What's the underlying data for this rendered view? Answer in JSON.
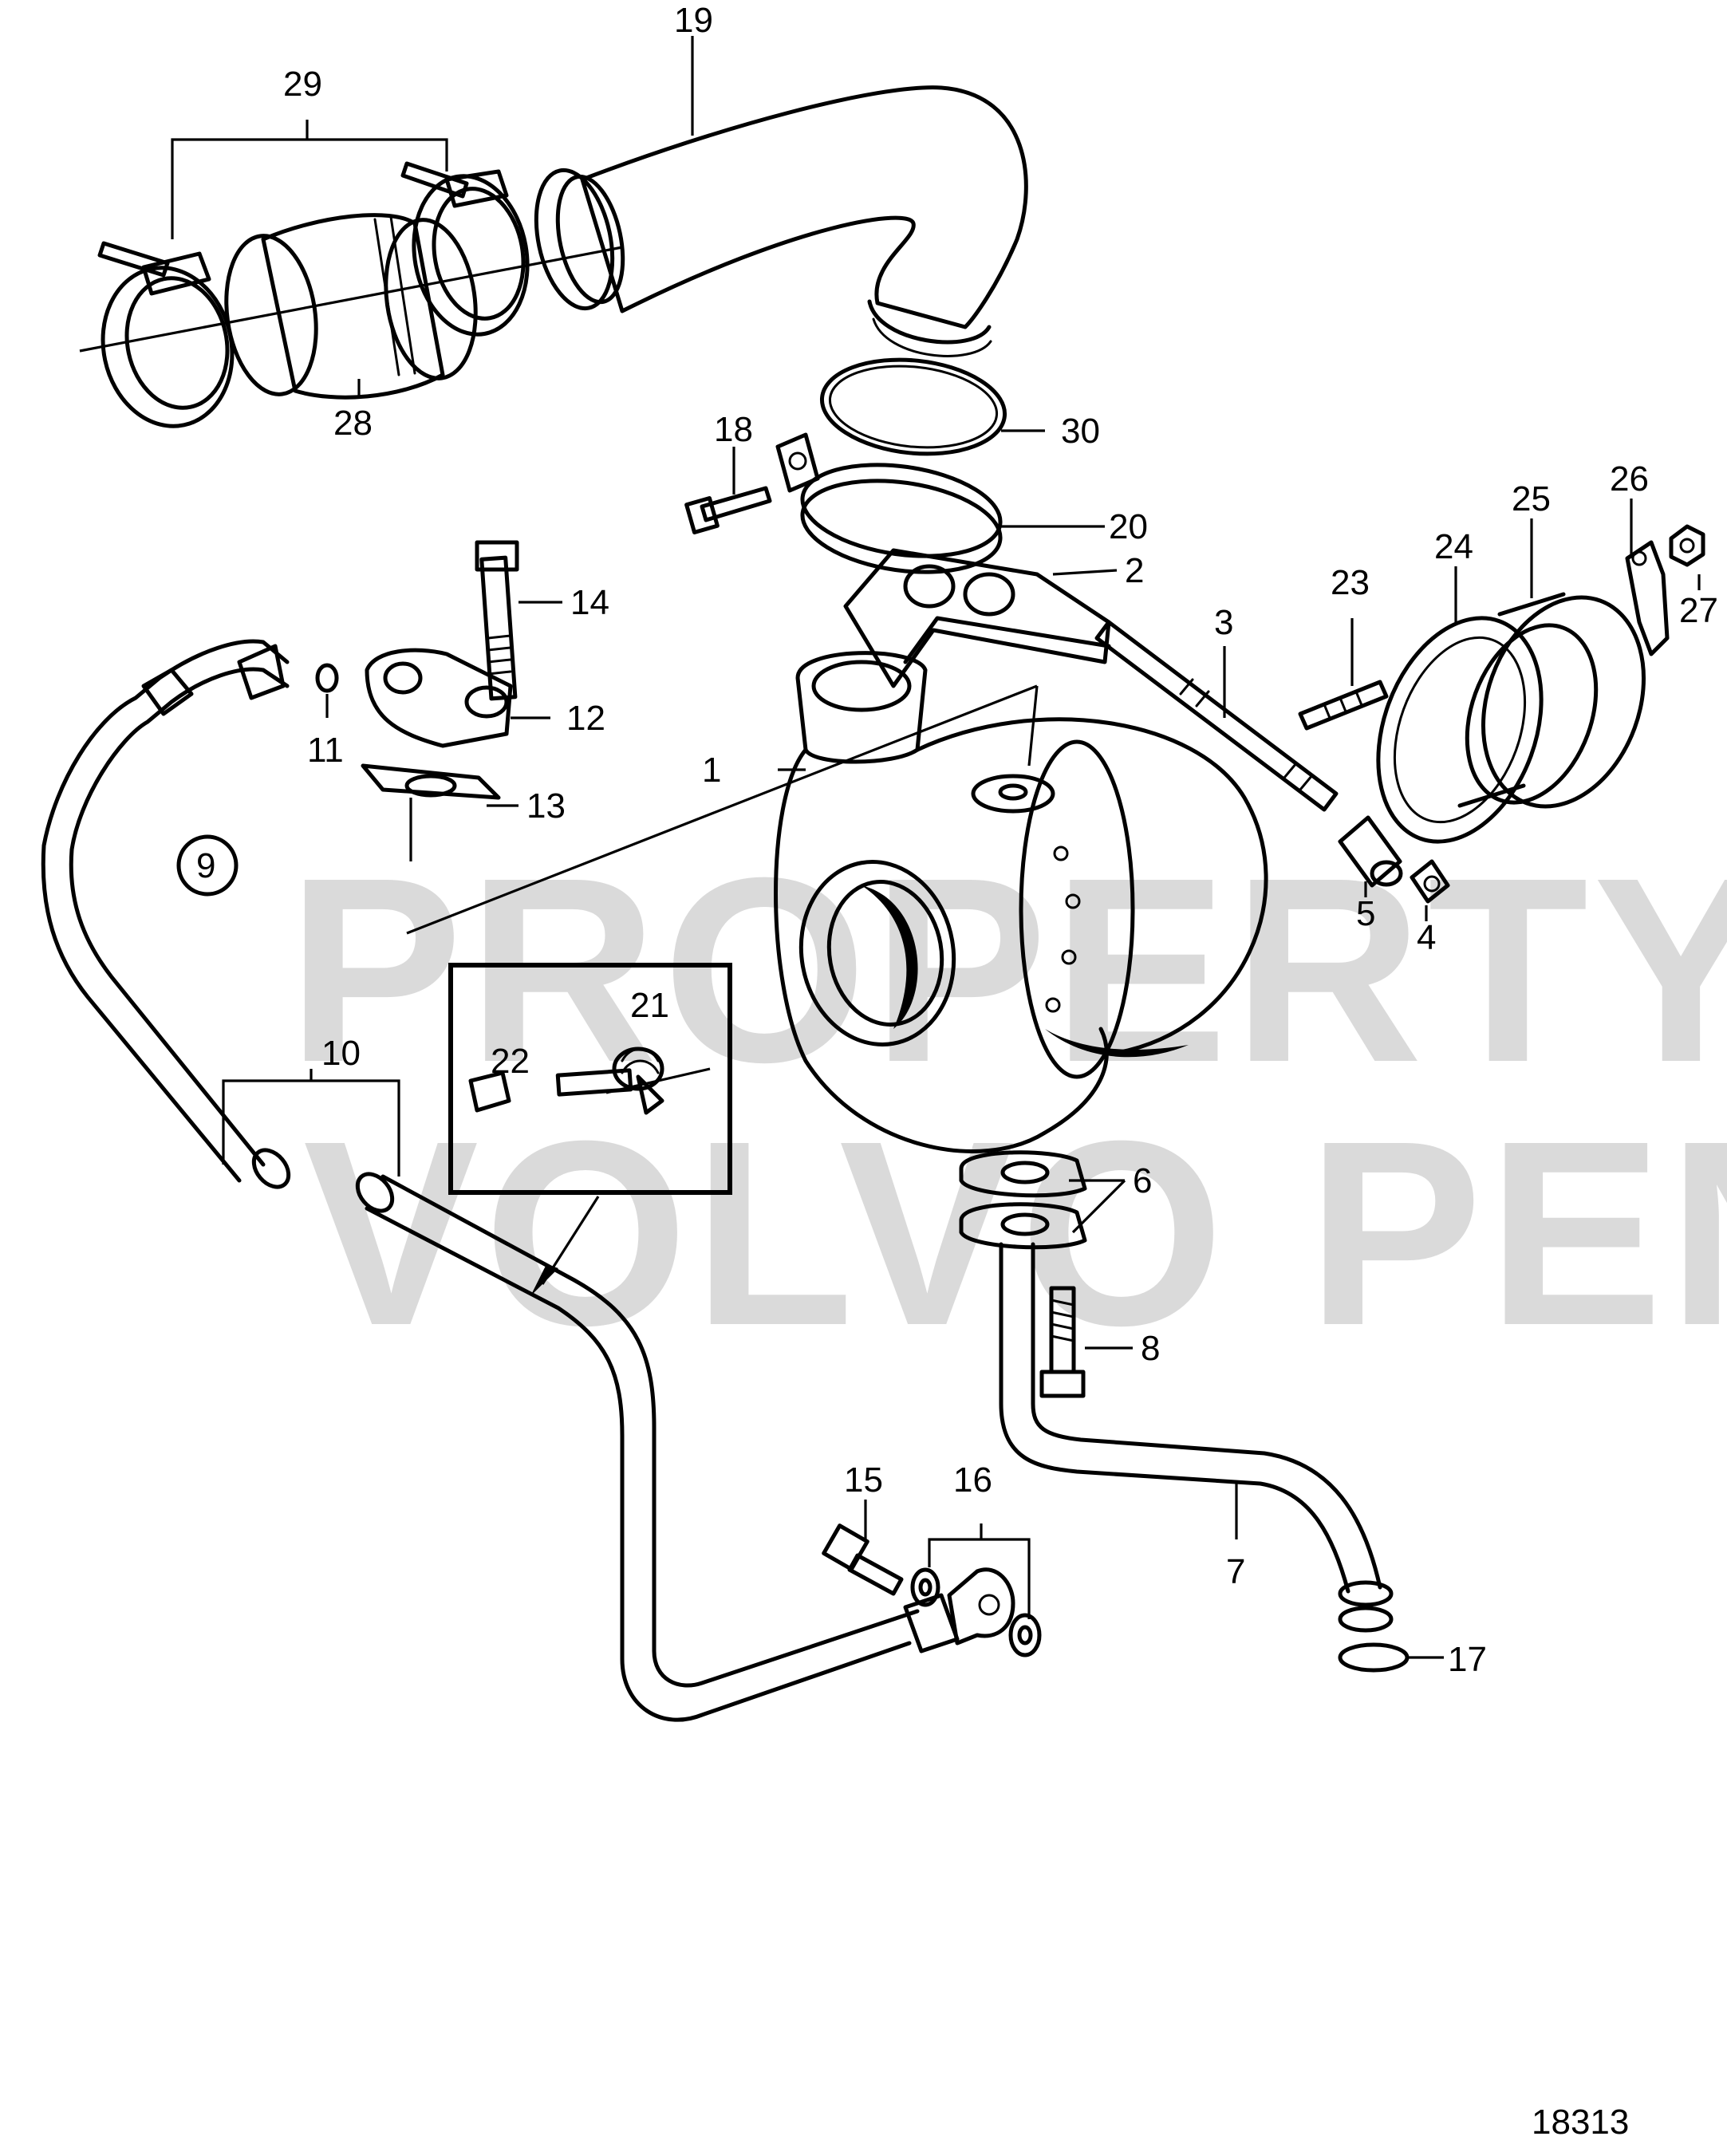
{
  "watermark": {
    "line1": "PROPERTY OF",
    "line2": "VOLVO PENTA"
  },
  "figure_number": "18313",
  "callouts": [
    {
      "id": "c1",
      "label": "1"
    },
    {
      "id": "c2",
      "label": "2"
    },
    {
      "id": "c3",
      "label": "3"
    },
    {
      "id": "c4",
      "label": "4"
    },
    {
      "id": "c5",
      "label": "5"
    },
    {
      "id": "c6",
      "label": "6"
    },
    {
      "id": "c7",
      "label": "7"
    },
    {
      "id": "c8",
      "label": "8"
    },
    {
      "id": "c9",
      "label": "9"
    },
    {
      "id": "c10",
      "label": "10"
    },
    {
      "id": "c11",
      "label": "11"
    },
    {
      "id": "c12",
      "label": "12"
    },
    {
      "id": "c13",
      "label": "13"
    },
    {
      "id": "c14",
      "label": "14"
    },
    {
      "id": "c15",
      "label": "15"
    },
    {
      "id": "c16",
      "label": "16"
    },
    {
      "id": "c17",
      "label": "17"
    },
    {
      "id": "c18",
      "label": "18"
    },
    {
      "id": "c19",
      "label": "19"
    },
    {
      "id": "c20",
      "label": "20"
    },
    {
      "id": "c21",
      "label": "21"
    },
    {
      "id": "c22",
      "label": "22"
    },
    {
      "id": "c23",
      "label": "23"
    },
    {
      "id": "c24",
      "label": "24"
    },
    {
      "id": "c25",
      "label": "25"
    },
    {
      "id": "c26",
      "label": "26"
    },
    {
      "id": "c27",
      "label": "27"
    },
    {
      "id": "c28",
      "label": "28"
    },
    {
      "id": "c29",
      "label": "29"
    },
    {
      "id": "c30",
      "label": "30"
    }
  ]
}
